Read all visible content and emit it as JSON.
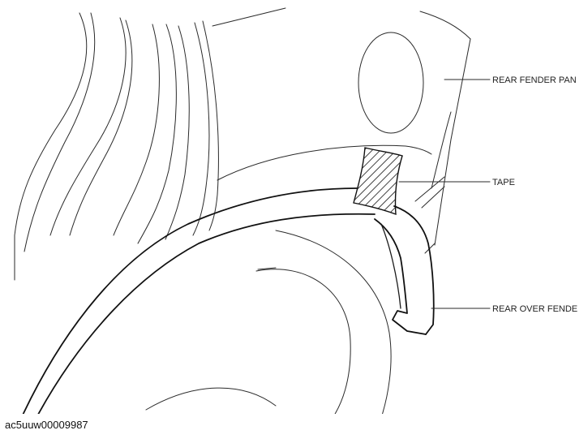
{
  "labels": {
    "rear_fender_panel": "REAR FENDER PAN",
    "tape": "TAPE",
    "rear_over_fender": "REAR OVER FENDE"
  },
  "caption": "ac5uuw00009987"
}
